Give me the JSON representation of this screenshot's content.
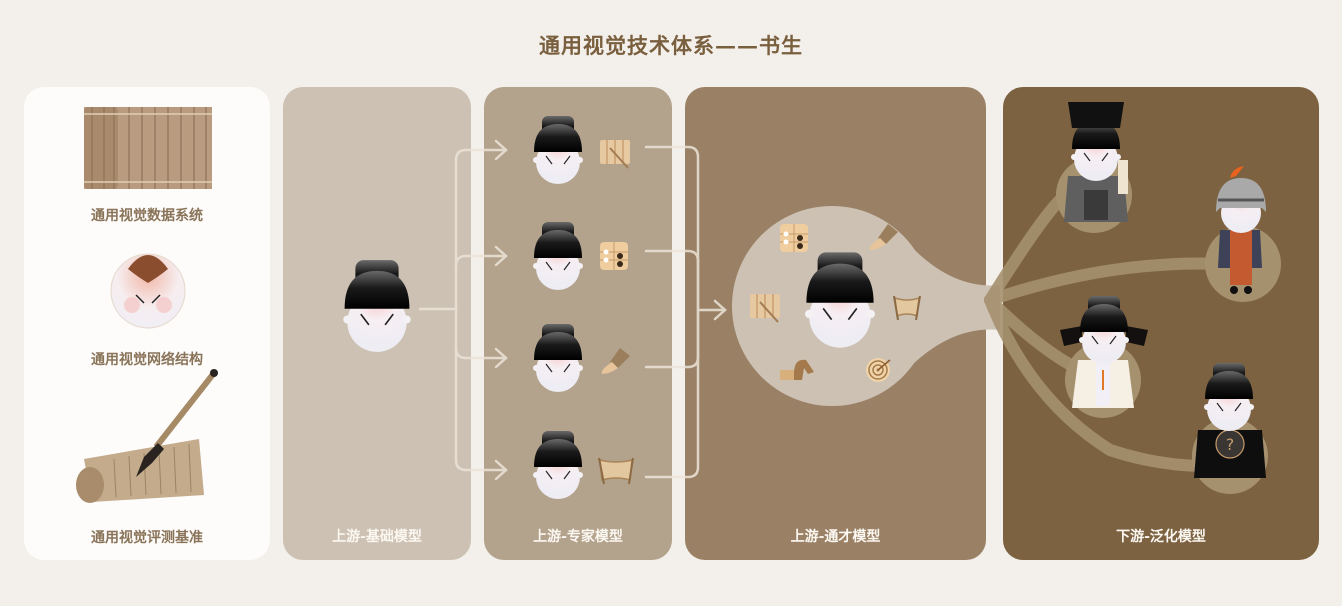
{
  "title": "通用视觉技术体系——书生",
  "left_panel": {
    "items": [
      {
        "label": "通用视觉数据系统",
        "icon": "bamboo-scroll-icon"
      },
      {
        "label": "通用视觉网络结构",
        "icon": "scholar-head-icon"
      },
      {
        "label": "通用视觉评测基准",
        "icon": "brush-and-scroll-icon"
      }
    ]
  },
  "stages": [
    {
      "label": "上游-基础模型",
      "color": "#cdc1b3"
    },
    {
      "label": "上游-专家模型",
      "color": "#b3a28c",
      "experts": [
        "xylophone-icon",
        "abacus-icon",
        "brush-icon",
        "scroll-icon"
      ]
    },
    {
      "label": "上游-通才模型",
      "color": "#9a8166",
      "skills": [
        "abacus-icon",
        "brush-icon",
        "xylophone-icon",
        "scroll-icon",
        "horse-icon",
        "archery-target-icon"
      ]
    },
    {
      "label": "下游-泛化模型",
      "color": "#7d6241",
      "characters": [
        "official-with-scroll",
        "armored-general-with-horse",
        "scholar-in-white-robe",
        "unknown-character-question-mark"
      ]
    }
  ],
  "colors": {
    "background": "#f3f0eb",
    "title": "#7a5f3e",
    "left_label": "#8a7459",
    "connector": "#ece4d9"
  }
}
